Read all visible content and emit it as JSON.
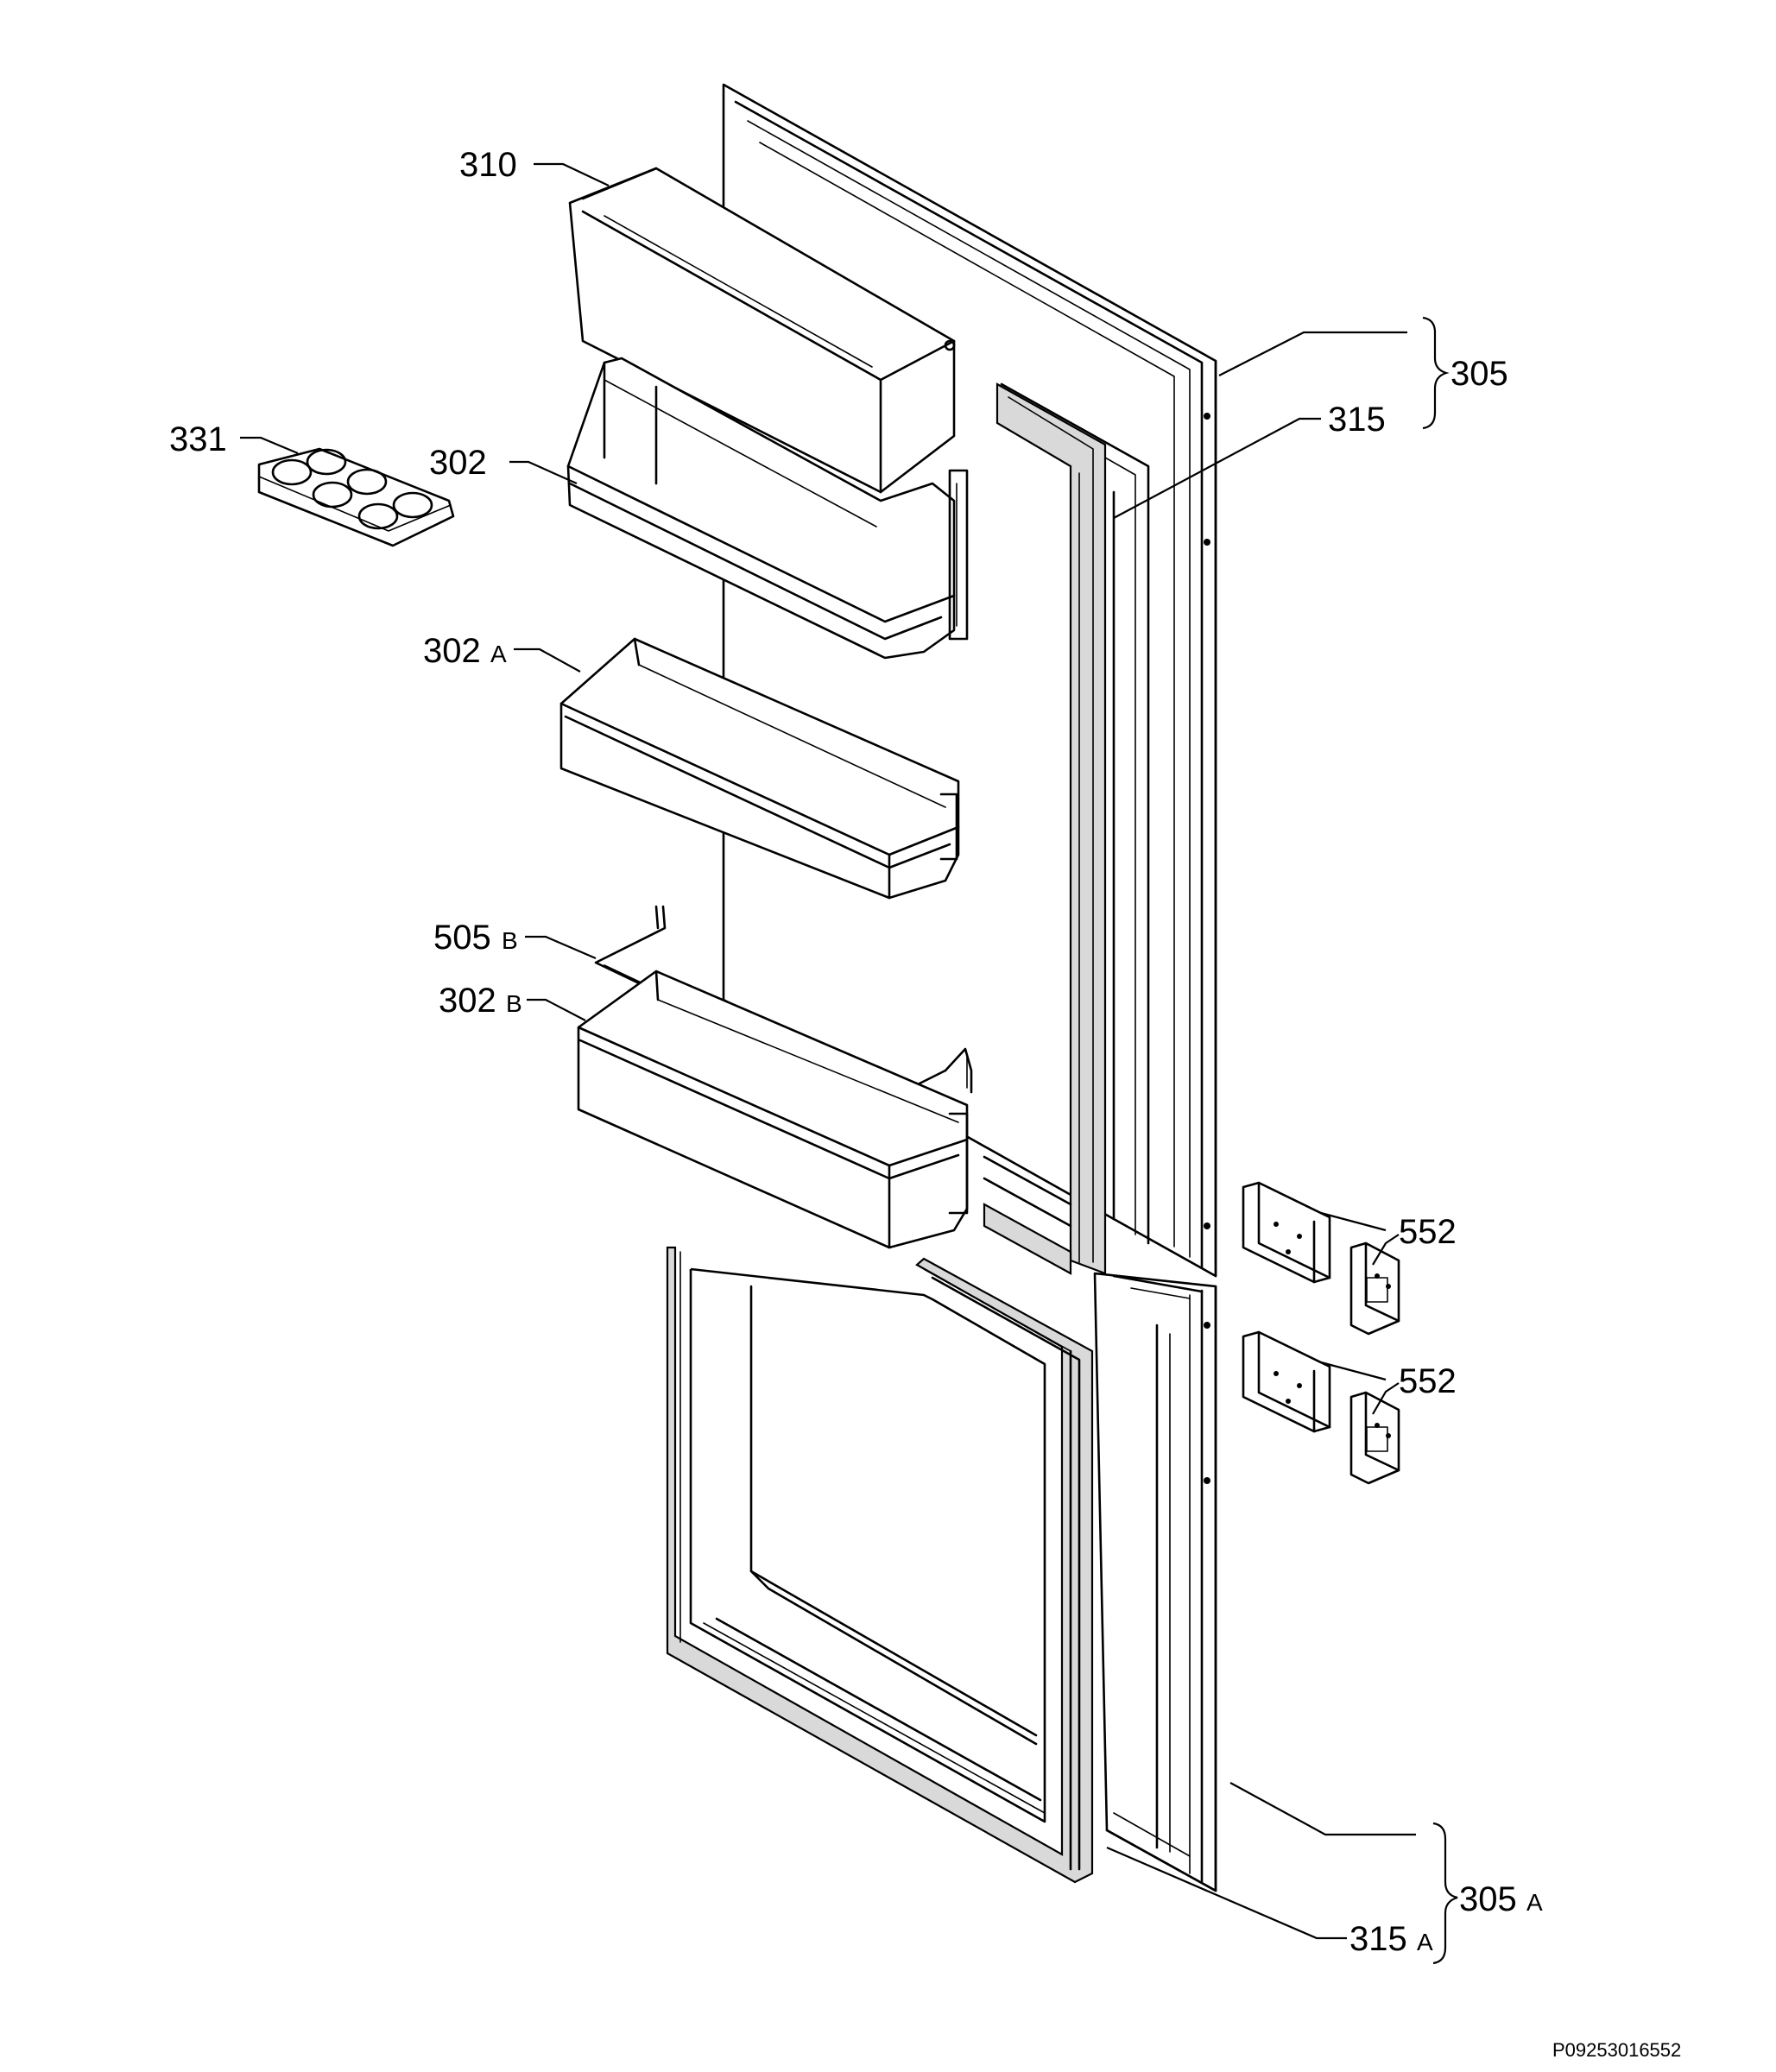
{
  "labels": {
    "p310": "310",
    "p331": "331",
    "p302": "302",
    "p302a_num": "302",
    "p302a_suf": "A",
    "p505b_num": "505",
    "p505b_suf": "B",
    "p302b_num": "302",
    "p302b_suf": "B",
    "p305": "305",
    "p315": "315",
    "p552_top": "552",
    "p552_bottom": "552",
    "p305a_num": "305",
    "p305a_suf": "A",
    "p315a_num": "315",
    "p315a_suf": "A"
  },
  "reference_code": "P09253016552"
}
